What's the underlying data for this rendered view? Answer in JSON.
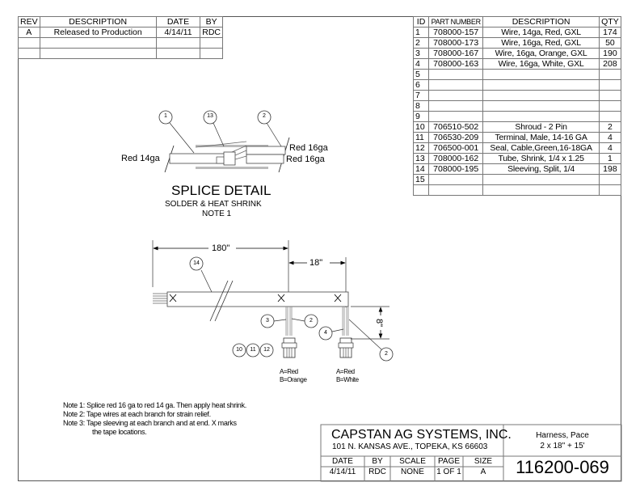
{
  "revision_block": {
    "headers": [
      "REV",
      "DESCRIPTION",
      "DATE",
      "BY"
    ],
    "rows": [
      [
        "A",
        "Released to Production",
        "4/14/11",
        "RDC"
      ],
      [
        "",
        "",
        "",
        ""
      ],
      [
        "",
        "",
        "",
        ""
      ]
    ]
  },
  "bom": {
    "headers": [
      "ID",
      "PART NUMBER",
      "DESCRIPTION",
      "QTY"
    ],
    "rows": [
      [
        "1",
        "708000-157",
        "Wire, 14ga, Red, GXL",
        "174"
      ],
      [
        "2",
        "708000-173",
        "Wire, 16ga, Red, GXL",
        "50"
      ],
      [
        "3",
        "708000-167",
        "Wire, 16ga, Orange, GXL",
        "190"
      ],
      [
        "4",
        "708000-163",
        "Wire, 16ga, White, GXL",
        "208"
      ],
      [
        "5",
        "",
        "",
        ""
      ],
      [
        "6",
        "",
        "",
        ""
      ],
      [
        "7",
        "",
        "",
        ""
      ],
      [
        "8",
        "",
        "",
        ""
      ],
      [
        "9",
        "",
        "",
        ""
      ],
      [
        "10",
        "706510-502",
        "Shroud - 2 Pin",
        "2"
      ],
      [
        "11",
        "706530-209",
        "Terminal, Male, 14-16 GA",
        "4"
      ],
      [
        "12",
        "706500-001",
        "Seal, Cable,Green,16-18GA",
        "4"
      ],
      [
        "13",
        "708000-162",
        "Tube, Shrink, 1/4 x 1.25",
        "1"
      ],
      [
        "14",
        "708000-195",
        "Sleeving, Split, 1/4",
        "198"
      ],
      [
        "15",
        "",
        "",
        ""
      ],
      [
        "",
        "",
        "",
        ""
      ]
    ]
  },
  "splice_detail": {
    "title": "SPLICE DETAIL",
    "subtitle": "SOLDER & HEAT SHRINK",
    "note_ref": "NOTE 1",
    "label_left": "Red 14ga",
    "label_right_top": "Red 16ga",
    "label_right_bottom": "Red 16ga",
    "balloons": [
      "1",
      "13",
      "2"
    ]
  },
  "harness": {
    "dim_overall": "180\"",
    "dim_branch": "18\"",
    "dim_drop": "8\"",
    "balloon_sleeve": "14",
    "balloons_branch1": [
      "3",
      "2"
    ],
    "balloons_branch2": [
      "4",
      "2"
    ],
    "balloons_connector": [
      "10",
      "11",
      "12"
    ],
    "connector1_label": [
      "A=Red",
      "B=Orange"
    ],
    "connector2_label": [
      "A=Red",
      "B=White"
    ],
    "tape_mark": "×"
  },
  "notes": [
    "Note 1: Splice red 16 ga to red 14 ga.  Then apply heat shrink.",
    "Note 2: Tape wires at each branch for strain relief.",
    "Note 3: Tape sleeving at each branch and at end.  X marks",
    "the tape locations."
  ],
  "title_block": {
    "company": "CAPSTAN AG SYSTEMS, INC.",
    "address": "101 N. KANSAS AVE., TOPEKA, KS 66603",
    "title_line1": "Harness, Pace",
    "title_line2": "2 x 18\" + 15'",
    "fields_headers": [
      "DATE",
      "BY",
      "SCALE",
      "PAGE",
      "SIZE"
    ],
    "fields_values": [
      "4/14/11",
      "RDC",
      "NONE",
      "1 OF 1",
      "A"
    ],
    "drawing_number": "116200-069"
  }
}
